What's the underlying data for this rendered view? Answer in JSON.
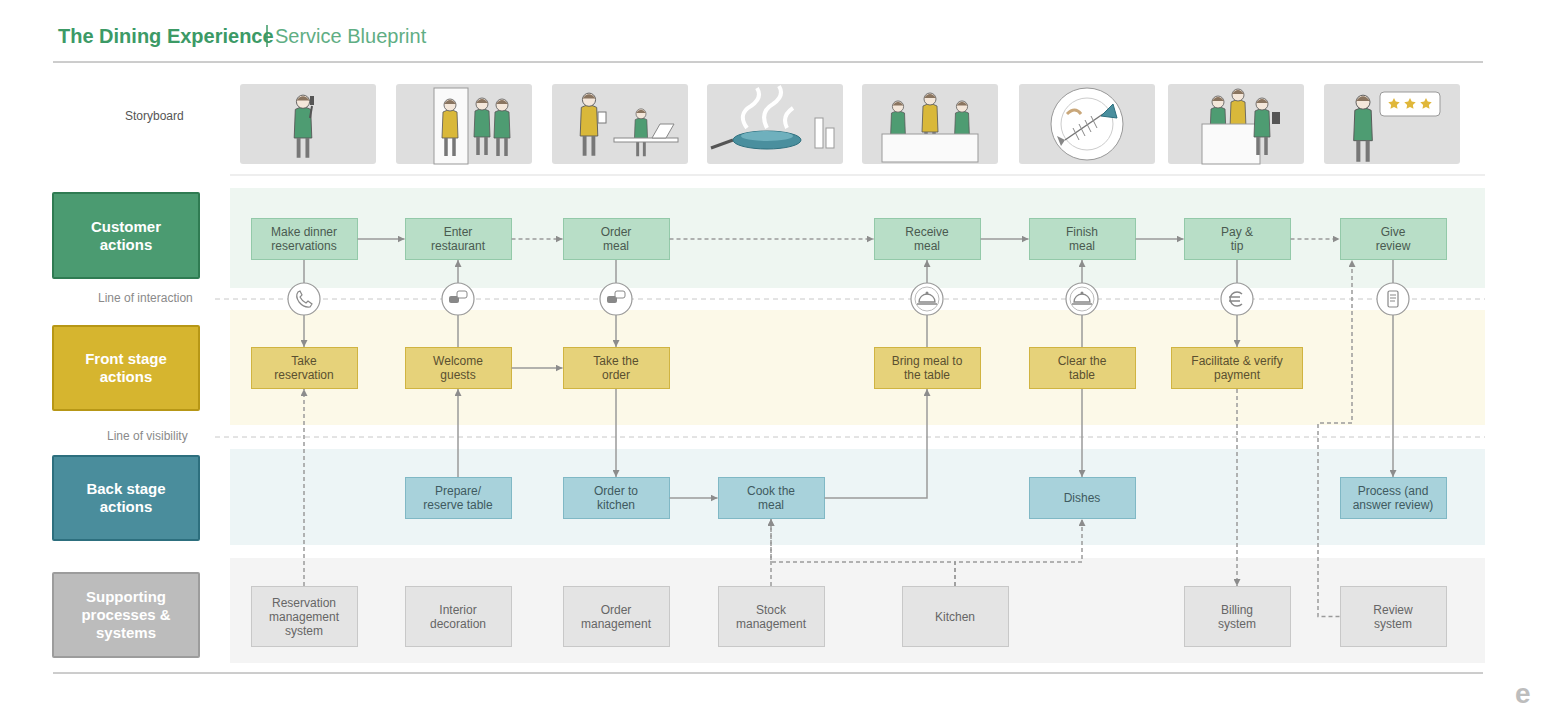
{
  "diagram": {
    "title": "The Dining Experience",
    "nodes": [
      {
        "text": [
          "Customer actions"
        ]
      },
      {
        "text": [
          "Make dinner reservations"
        ]
      },
      {
        "text": [
          "Enter restaurant"
        ]
      },
      {
        "text": [
          "Order meal"
        ]
      },
      {
        "text": [
          "Receive meal"
        ]
      },
      {
        "text": [
          "Finish meal"
        ]
      },
      {
        "text": [
          "Pay & tip"
        ]
      },
      {
        "text": [
          "Give review"
        ]
      },
      {
        "text": [
          "Front stage actions"
        ]
      },
      {
        "text": [
          "Take reservation"
        ]
      },
      {
        "text": [
          "Welcome guests"
        ]
      },
      {
        "text": [
          "Take the order"
        ]
      },
      {
        "text": [
          "Bring meal to the table"
        ]
      },
      {
        "text": [
          "Clear the table"
        ]
      },
      {
        "text": [
          "Facilitate & verify payment"
        ]
      },
      {
        "text": [
          "Back stage actions"
        ]
      },
      {
        "text": [
          "Prepare/ reserve table"
        ]
      },
      {
        "text": [
          "Order to kitchen"
        ]
      },
      {
        "text": [
          "Cook the meal"
        ]
      },
      {
        "text": [
          "Dishes"
        ]
      },
      {
        "text": [
          "Process (and answer review)"
        ]
      },
      {
        "text": [
          "Supporting processes & systems"
        ]
      },
      {
        "text": [
          "Reservation management system"
        ]
      },
      {
        "text": [
          "Interior decoration"
        ]
      },
      {
        "text": [
          "Order management"
        ]
      },
      {
        "text": [
          "Stock management"
        ]
      },
      {
        "text": [
          "Kitchen"
        ]
      },
      {
        "text": [
          "Billing system"
        ]
      },
      {
        "text": [
          "Review system"
        ]
      }
    ],
    "edges": [
      {
        "from": 1,
        "to": 2,
        "arrow": "to"
      },
      {
        "from": 2,
        "to": 3,
        "arrow": "to"
      },
      {
        "from": 3,
        "to": 4,
        "arrow": "to"
      },
      {
        "from": 4,
        "to": 5,
        "arrow": "to"
      },
      {
        "from": 5,
        "to": 6,
        "arrow": "to"
      },
      {
        "from": 6,
        "to": 7,
        "arrow": "to"
      },
      {
        "from": 1,
        "to": 9,
        "arrow": "to"
      },
      {
        "from": 10,
        "to": 2,
        "arrow": "to"
      },
      {
        "from": 3,
        "to": 11,
        "arrow": "to"
      },
      {
        "from": 12,
        "to": 4,
        "arrow": "to"
      },
      {
        "from": 13,
        "to": 5,
        "arrow": "to"
      },
      {
        "from": 6,
        "to": 14,
        "arrow": "to"
      },
      {
        "from": 7,
        "to": 20,
        "arrow": "to"
      },
      {
        "from": 10,
        "to": 11,
        "arrow": "to"
      },
      {
        "from": 16,
        "to": 10,
        "arrow": "to"
      },
      {
        "from": 11,
        "to": 17,
        "arrow": "to"
      },
      {
        "from": 17,
        "to": 18,
        "arrow": "to"
      },
      {
        "from": 18,
        "to": 12,
        "arrow": "to"
      },
      {
        "from": 13,
        "to": 19,
        "arrow": "to"
      },
      {
        "from": 22,
        "to": 9,
        "arrow": "to"
      },
      {
        "from": 25,
        "to": 18,
        "arrow": "to"
      },
      {
        "from": 26,
        "to": 18,
        "arrow": "to"
      },
      {
        "from": 26,
        "to": 19,
        "arrow": "to"
      },
      {
        "from": 14,
        "to": 27,
        "arrow": "to"
      },
      {
        "from": 28,
        "to": 7,
        "arrow": "to"
      }
    ],
    "labels": [
      "Service Blueprint",
      "Storyboard",
      "Line of interaction",
      "Line of visibility",
      "e"
    ]
  }
}
